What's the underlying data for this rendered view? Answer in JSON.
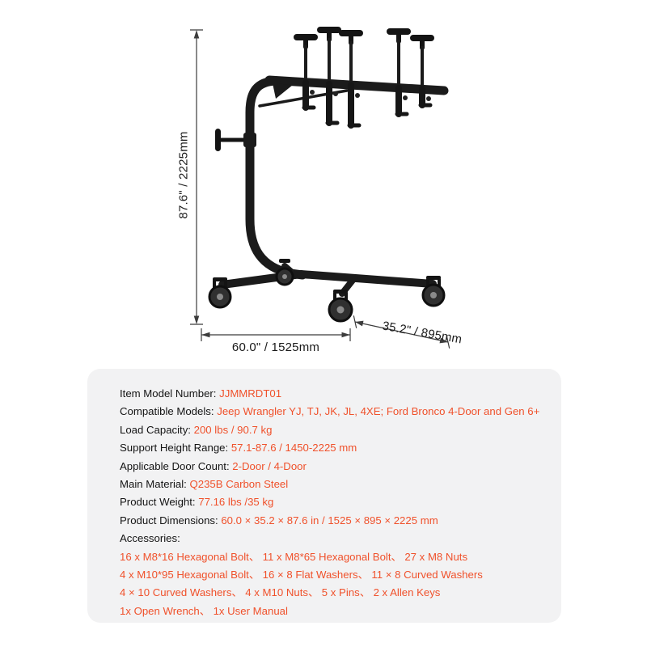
{
  "colors": {
    "accent": "#f0512b",
    "card-bg": "#f2f2f3",
    "text": "#141414"
  },
  "diagram": {
    "height_label": "87.6\" / 2225mm",
    "width_label": "60.0\" / 1525mm",
    "depth_label": "35.2\" / 895mm"
  },
  "specs": {
    "rows": [
      {
        "label": "Item Model Number: ",
        "value": "JJMMRDT01"
      },
      {
        "label": "Compatible Models: ",
        "value": "Jeep Wrangler YJ, TJ, JK, JL, 4XE; Ford Bronco 4-Door and Gen 6+"
      },
      {
        "label": "Load Capacity: ",
        "value": "200 lbs / 90.7 kg"
      },
      {
        "label": "Support Height Range: ",
        "value": "57.1-87.6 / 1450-2225 mm"
      },
      {
        "label": "Applicable Door Count: ",
        "value": "2-Door / 4-Door"
      },
      {
        "label": "Main Material: ",
        "value": "Q235B Carbon Steel"
      },
      {
        "label": "Product Weight: ",
        "value": "77.16 lbs /35 kg"
      },
      {
        "label": "Product Dimensions: ",
        "value": "60.0 × 35.2 × 87.6 in / 1525 × 895 × 2225 mm"
      },
      {
        "label": "Accessories:",
        "value": ""
      }
    ],
    "accessories_lines": [
      "16 x M8*16 Hexagonal Bolt、 11 x M8*65 Hexagonal Bolt、 27 x M8 Nuts",
      "4 x M10*95 Hexagonal Bolt、 16 × 8 Flat Washers、 11 × 8 Curved Washers",
      "4 × 10 Curved Washers、 4 x M10 Nuts、 5 x Pins、 2 x Allen Keys",
      "1x Open Wrench、 1x User Manual"
    ]
  }
}
